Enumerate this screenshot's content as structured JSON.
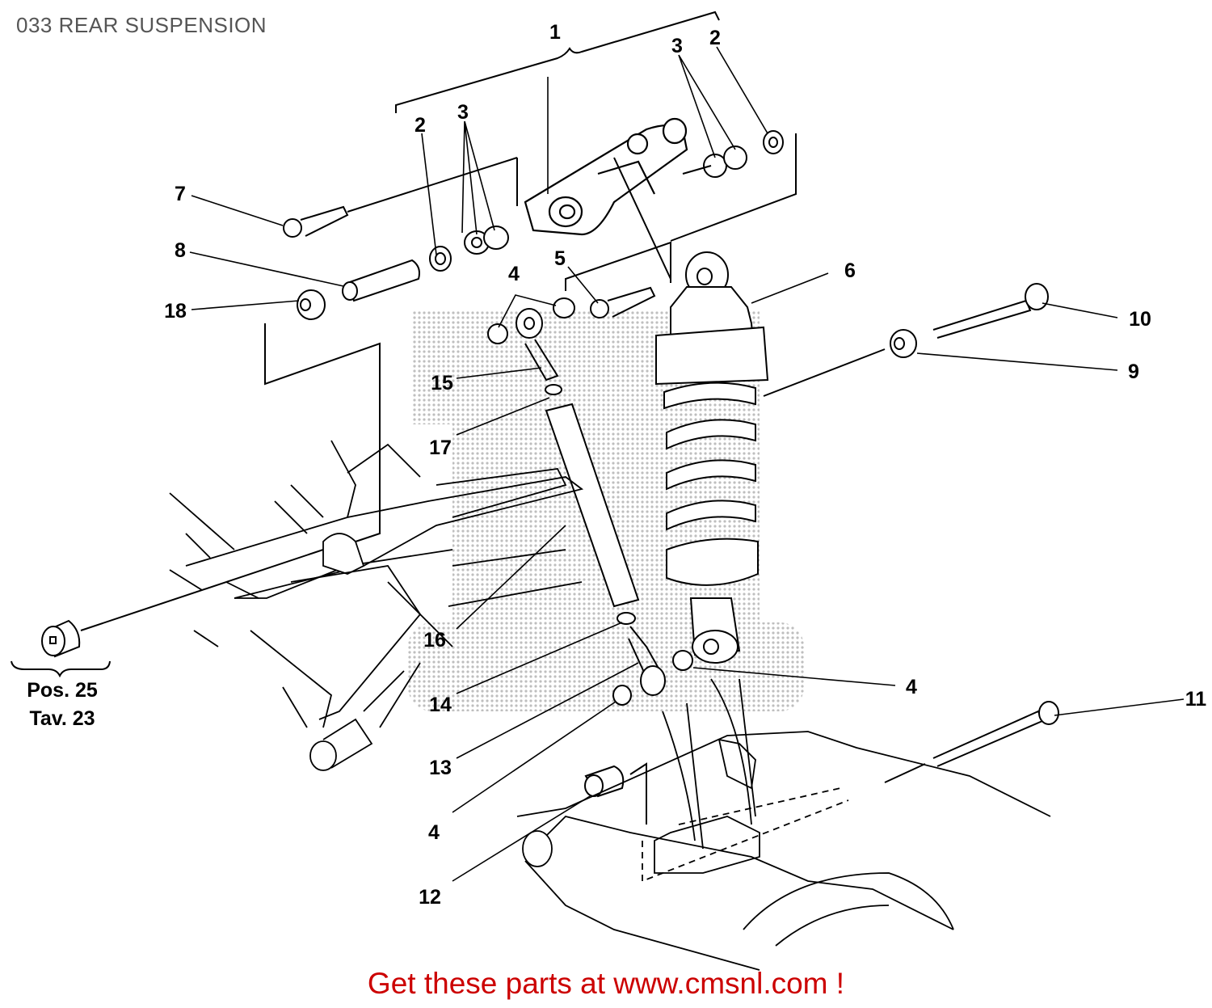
{
  "page": {
    "title": "033 REAR SUSPENSION",
    "call_to_action": "Get these parts at www.cmsnl.com !"
  },
  "reference_note": {
    "line1": "Pos. 25",
    "line2": "Tav. 23"
  },
  "callouts": [
    {
      "id": "c1",
      "label": "1"
    },
    {
      "id": "c2a",
      "label": "2"
    },
    {
      "id": "c2b",
      "label": "2"
    },
    {
      "id": "c3a",
      "label": "3"
    },
    {
      "id": "c3b",
      "label": "3"
    },
    {
      "id": "c4a",
      "label": "4"
    },
    {
      "id": "c4b",
      "label": "4"
    },
    {
      "id": "c4c",
      "label": "4"
    },
    {
      "id": "c5",
      "label": "5"
    },
    {
      "id": "c6",
      "label": "6"
    },
    {
      "id": "c7",
      "label": "7"
    },
    {
      "id": "c8",
      "label": "8"
    },
    {
      "id": "c9",
      "label": "9"
    },
    {
      "id": "c10",
      "label": "10"
    },
    {
      "id": "c11",
      "label": "11"
    },
    {
      "id": "c12",
      "label": "12"
    },
    {
      "id": "c13",
      "label": "13"
    },
    {
      "id": "c14",
      "label": "14"
    },
    {
      "id": "c15",
      "label": "15"
    },
    {
      "id": "c16",
      "label": "16"
    },
    {
      "id": "c17",
      "label": "17"
    },
    {
      "id": "c18",
      "label": "18"
    }
  ],
  "colors": {
    "line": "#000000",
    "cta": "#cc0000",
    "title": "#555555",
    "watermark": "#d8d8d8"
  }
}
